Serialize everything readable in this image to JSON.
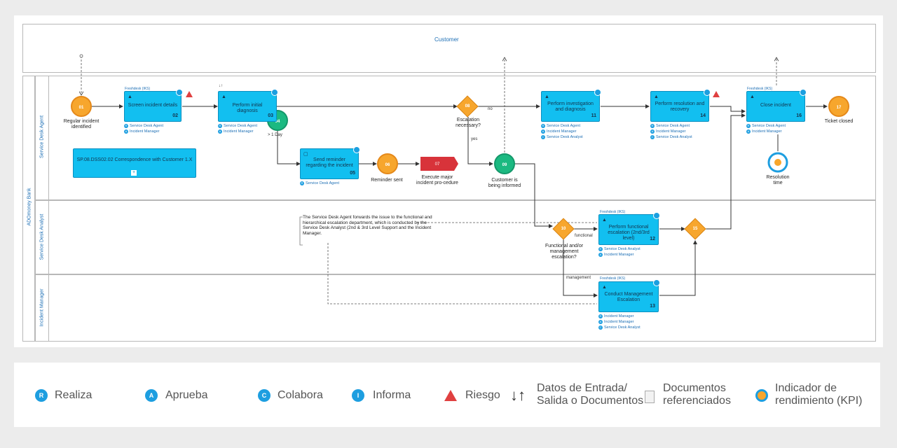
{
  "pool": {
    "customer": "Customer",
    "bank": "ADOmoney Bank"
  },
  "lanes": {
    "agent": "Service Desk Agent",
    "analyst": "Service Desk Analyst",
    "manager": "Incident Manager"
  },
  "subprocess": {
    "label": "SP.08.DSS02.02 Correspondence with Customer 1.X",
    "plus": "+"
  },
  "prefix": "Freshdesk (IKS)",
  "tasks": {
    "t02": {
      "name": "Screen incident details",
      "num": "02",
      "roles": [
        "Service Desk Agent",
        "Incident Manager"
      ]
    },
    "t03": {
      "name": "Perform initial diagnosis",
      "num": "03",
      "roles": [
        "Service Desk Agent",
        "Incident Manager"
      ]
    },
    "t05": {
      "name": "Send reminder regarding the incident",
      "num": "05",
      "roles": [
        "Service Desk Agent"
      ]
    },
    "t07": {
      "name": "07"
    },
    "t11": {
      "name": "Perform investigation and diagnosis",
      "num": "11",
      "roles": [
        "Service Desk Agent",
        "Incident Manager",
        "Service Desk Analyst"
      ]
    },
    "t14": {
      "name": "Perform resolution and recovery",
      "num": "14",
      "roles": [
        "Service Desk Agent",
        "Incident Manager",
        "Service Desk Analyst"
      ]
    },
    "t16": {
      "name": "Close incident",
      "num": "16",
      "roles": [
        "Service Desk Agent",
        "Incident Manager"
      ]
    },
    "t12": {
      "name": "Perform functional escalation (2nd/3rd level)",
      "num": "12",
      "roles": [
        "Service Desk Analyst",
        "Incident Manager"
      ]
    },
    "t13": {
      "name": "Conduct Management Escalation",
      "num": "13",
      "roles": [
        "Incident Manager",
        "Incident Manager",
        "Service Desk Analyst"
      ]
    }
  },
  "events": {
    "e01": {
      "num": "01",
      "label": "Regular incident identified"
    },
    "e04": {
      "num": "04",
      "label": "> 1 Day"
    },
    "e06": {
      "num": "06",
      "label": "Reminder sent"
    },
    "e09": {
      "num": "09",
      "label": "Customer is being informed"
    },
    "e17": {
      "num": "17",
      "label": "Ticket closed"
    }
  },
  "gateways": {
    "g08": {
      "num": "08",
      "label": "Escalation necessary?",
      "no": "no",
      "yes": "yes"
    },
    "g10": {
      "num": "10",
      "label": "Functional and/or management escalation?",
      "functional": "functional",
      "management": "management"
    },
    "g15": {
      "num": "15"
    }
  },
  "major": "Execute major incident pro-cedure",
  "kpi": "Resolution time",
  "annotation": "The Service Desk Agent forwards the issue to the functional and hierarchical escalation department, which is conducted by the Service Desk Analyst (2nd & 3rd Level Support and the Incident Manager.",
  "legend": {
    "r": {
      "letter": "R",
      "label": "Realiza"
    },
    "a": {
      "letter": "A",
      "label": "Aprueba"
    },
    "c": {
      "letter": "C",
      "label": "Colabora"
    },
    "i": {
      "letter": "I",
      "label": "Informa"
    },
    "riesgo": "Riesgo",
    "datos1": "Datos de Entrada/",
    "datos2": "Salida o Documentos",
    "docs1": "Documentos",
    "docs2": "referenciados",
    "kpi1": "Indicador de",
    "kpi2": "rendimiento (KPI)"
  },
  "colors": {
    "task": "#12bff0",
    "event": "#f7a62d",
    "green": "#1bb981",
    "risk": "#e04040",
    "major": "#d8333a",
    "accent": "#1d6fb5"
  }
}
